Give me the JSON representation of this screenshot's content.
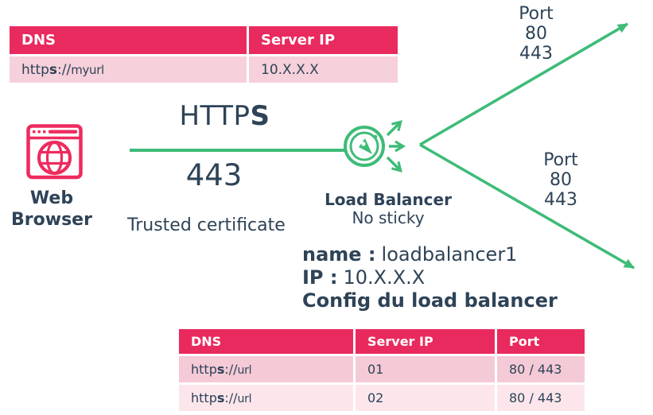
{
  "palette": {
    "pink": "#e92a5e",
    "pink_icon": "#ee2b5e",
    "pink_row": "#f6d0da",
    "pink_row_dark": "#f4cad6",
    "pink_row_light": "#fce6ec",
    "navy": "#2e4357",
    "green": "#3ebc78"
  },
  "dns_table_top": {
    "headers": [
      "DNS",
      "Server IP"
    ],
    "row": {
      "url_pre": "http",
      "url_bold": "s",
      "url_sep": "://",
      "url_host": "myurl",
      "server_ip": "10.X.X.X"
    }
  },
  "browser": {
    "label_line1": "Web",
    "label_line2": "Browser"
  },
  "connection": {
    "protocol_base": "HTTP",
    "protocol_secure": "S",
    "port": "443",
    "note": "Trusted certificate"
  },
  "load_balancer": {
    "label": "Load Balancer",
    "mode": "No sticky",
    "name_label": "name :",
    "name_value": "loadbalancer1",
    "ip_label": "IP :",
    "ip_value": "10.X.X.X",
    "config_title": "Config du load balancer"
  },
  "route_top": {
    "lines": [
      "Port",
      "80",
      "443"
    ]
  },
  "route_bottom": {
    "lines": [
      "Port",
      "80",
      "443"
    ]
  },
  "dns_table_bottom": {
    "headers": [
      "DNS",
      "Server IP",
      "Port"
    ],
    "rows": [
      {
        "url_pre": "http",
        "url_bold": "s",
        "url_sep": "://",
        "url_host": "url",
        "server_ip": "01",
        "port": "80 / 443"
      },
      {
        "url_pre": "http",
        "url_bold": "s",
        "url_sep": "://",
        "url_host": "url",
        "server_ip": "02",
        "port": "80 / 443"
      }
    ]
  }
}
